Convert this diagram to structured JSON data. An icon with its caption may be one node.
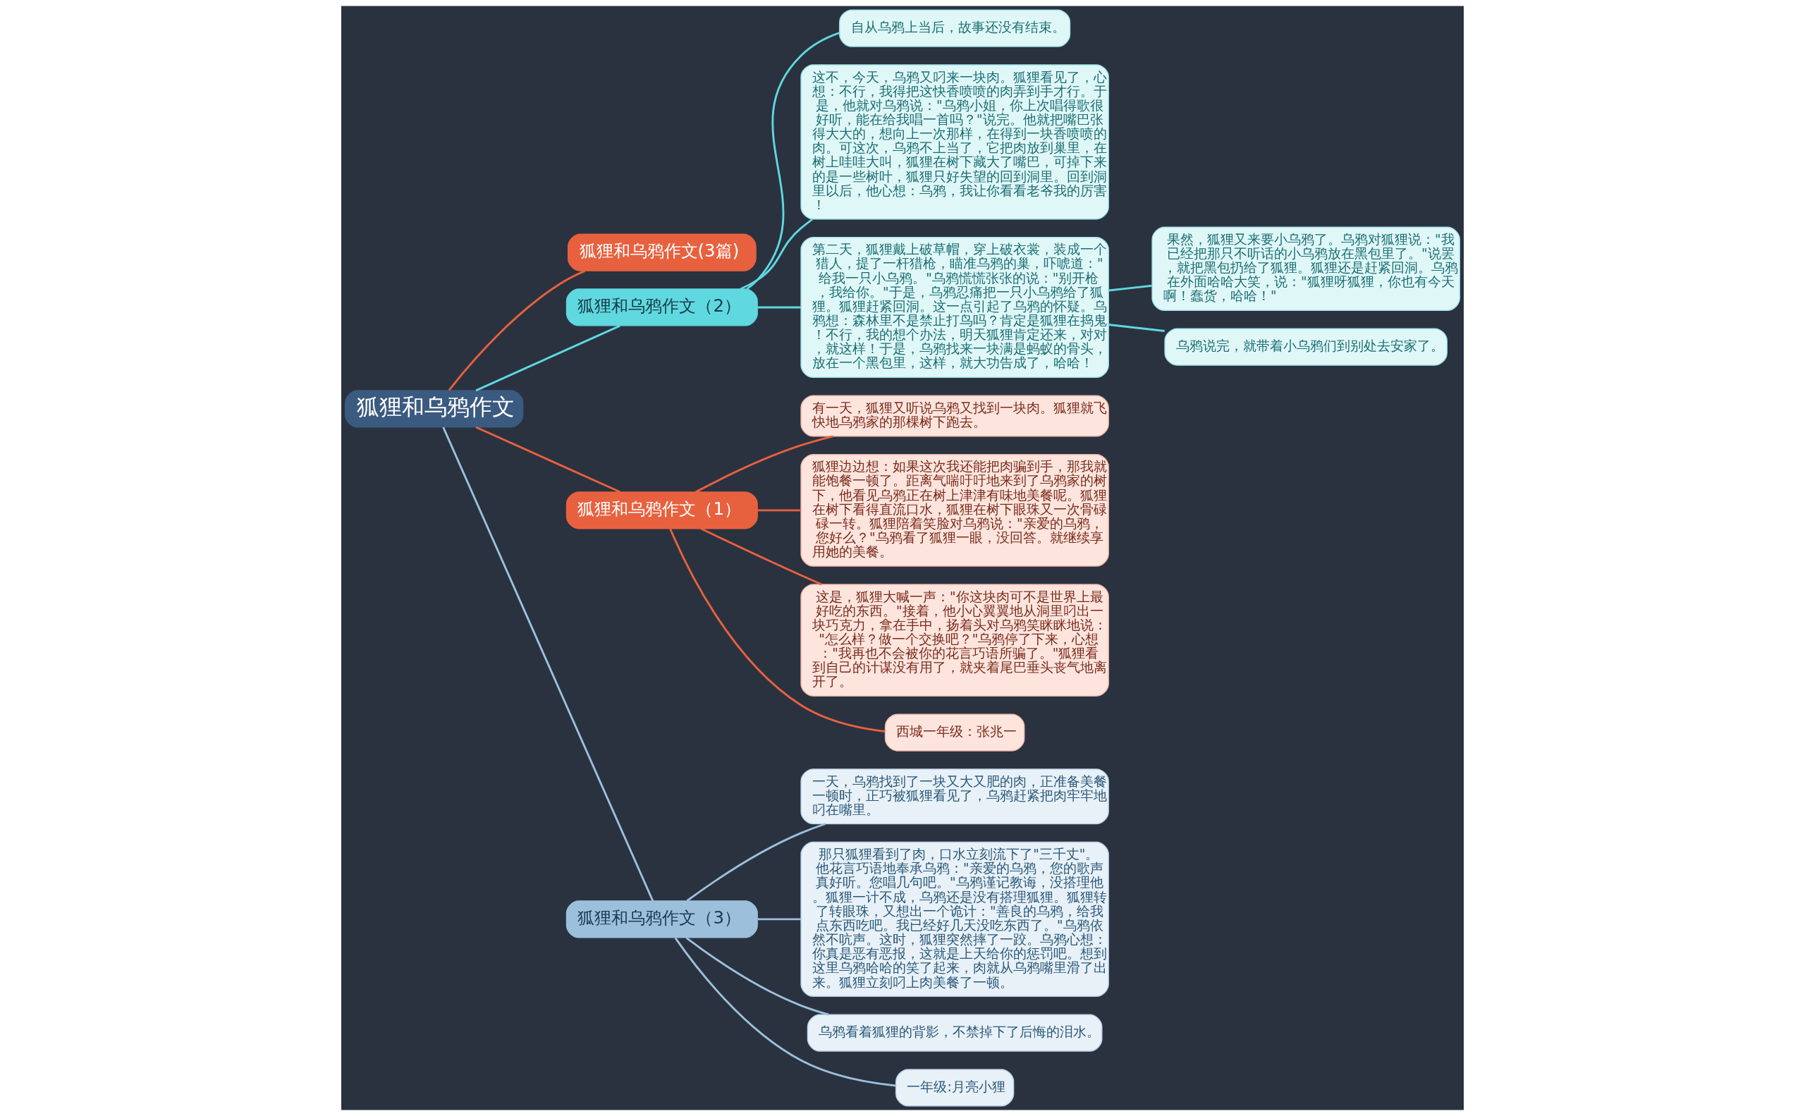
{
  "diagram": {
    "nodes": [
      {
        "text": [
          "狐狸和乌鸦作文"
        ]
      },
      {
        "text": [
          "狐狸和乌鸦作文(3篇)"
        ]
      },
      {
        "text": [
          "狐狸和乌鸦作文（2）"
        ]
      },
      {
        "text": [
          "自从乌鸦上当后，故事还没有结束。"
        ]
      },
      {
        "text": [
          "这不，今天，乌鸦又叼来一块肉。狐狸看见了，心想：不行，我得把这快香喷喷的肉弄到手才行。于是，他就对乌鸦说：\"乌鸦小姐，你上次唱得歌很好听，能在给我唱一首吗？\"说完。他就把嘴巴张得大大的，想向上一次那样，在得到一块香喷喷的肉。可这次，乌鸦不上当了，它把肉放到巢里，在树上哇哇大叫，狐狸在树下藏大了嘴巴，可掉下来的是一些树叶，狐狸只好失望的回到洞里。回到洞里以后，他心想：乌鸦，我让你看看老爷我的厉害！"
        ]
      },
      {
        "text": [
          "第二天，狐狸戴上破草帽，穿上破衣裳，装成一个猎人，提了一杆猎枪，瞄准乌鸦的巢，吓唬道：\"给我一只小乌鸦。\"乌鸦慌慌张张的说：\"别开枪，我给你。\"于是，乌鸦忍痛把一只小乌鸦给了狐狸。狐狸赶紧回洞。这一点引起了乌鸦的怀疑。乌鸦想：森林里不是禁止打鸟吗？肯定是狐狸在捣鬼！不行，我的想个办法，明天狐狸肯定还来，对对，就这样！于是，乌鸦找来一块满是蚂蚁的骨头，放在一个黑包里，这样，就大功告成了，哈哈！"
        ]
      },
      {
        "text": [
          "果然，狐狸又来要小乌鸦了。乌鸦对狐狸说：\"我已经把那只不听话的小乌鸦放在黑包里了。\"说罢，就把黑包扔给了狐狸。狐狸还是赶紧回洞。乌鸦在外面哈哈大笑，说：\"狐狸呀狐狸，你也有今天啊！蠢货，哈哈！\""
        ]
      },
      {
        "text": [
          "乌鸦说完，就带着小乌鸦们到别处去安家了。"
        ]
      },
      {
        "text": [
          "狐狸和乌鸦作文（1）"
        ]
      },
      {
        "text": [
          "有一天，狐狸又听说乌鸦又找到一块肉。狐狸就飞快地乌鸦家的那棵树下跑去。"
        ]
      },
      {
        "text": [
          "狐狸边边想：如果这次我还能把肉骗到手，那我就能饱餐一顿了。距离气喘吁吁地来到了乌鸦家的树下，他看见乌鸦正在树上津津有味地美餐呢。狐狸在树下看得直流口水，狐狸在树下眼珠又一次骨碌碌一转。狐狸陪着笑脸对乌鸦说：\"亲爱的乌鸦，您好么？\"乌鸦看了狐狸一眼，没回答。就继续享用她的美餐。"
        ]
      },
      {
        "text": [
          "这是，狐狸大喊一声：\"你这块肉可不是世界上最好吃的东西。\"接着，他小心翼翼地从洞里叼出一块巧克力，拿在手中，扬着头对乌鸦笑眯眯地说：\"怎么样？做一个交换吧？\"乌鸦停了下来，心想：\"我再也不会被你的花言巧语所骗了。\"狐狸看到自己的计谋没有用了，就夹着尾巴垂头丧气地离开了。"
        ]
      },
      {
        "text": [
          "西城一年级：张兆一"
        ]
      },
      {
        "text": [
          "狐狸和乌鸦作文（3）"
        ]
      },
      {
        "text": [
          "一天，乌鸦找到了一块又大又肥的肉，正准备美餐一顿时，正巧被狐狸看见了，乌鸦赶紧把肉牢牢地叼在嘴里。"
        ]
      },
      {
        "text": [
          "那只狐狸看到了肉，口水立刻流下了\"三千丈\"。他花言巧语地奉承乌鸦：\"亲爱的乌鸦，您的歌声真好听。您唱几句吧。\"乌鸦谨记教诲，没搭理他。狐狸一计不成，乌鸦还是没有搭理狐狸。狐狸转了转眼珠，又想出一个诡计：\"善良的乌鸦，给我点东西吃吧。我已经好几天没吃东西了。\"乌鸦依然不吭声。这时，狐狸突然摔了一跤。乌鸦心想：你真是恶有恶报，这就是上天给你的惩罚吧。想到这里乌鸦哈哈的笑了起来，肉就从乌鸦嘴里滑了出来。狐狸立刻叼上肉美餐了一顿。"
        ]
      },
      {
        "text": [
          "乌鸦看着狐狸的背影，不禁掉下了后悔的泪水。"
        ]
      },
      {
        "text": [
          "一年级:月亮小狸"
        ]
      }
    ],
    "edges": [
      {
        "from": 0,
        "to": 1,
        "arrow": "none",
        "color": "#e8613f"
      },
      {
        "from": 0,
        "to": 2,
        "arrow": "none",
        "color": "#5fd8e0"
      },
      {
        "from": 2,
        "to": 3,
        "arrow": "none",
        "color": "#5fd8e0"
      },
      {
        "from": 2,
        "to": 4,
        "arrow": "none",
        "color": "#5fd8e0"
      },
      {
        "from": 2,
        "to": 5,
        "arrow": "none",
        "color": "#5fd8e0"
      },
      {
        "from": 5,
        "to": 6,
        "arrow": "none",
        "color": "#5fd8e0"
      },
      {
        "from": 5,
        "to": 7,
        "arrow": "none",
        "color": "#5fd8e0"
      },
      {
        "from": 0,
        "to": 8,
        "arrow": "none",
        "color": "#e8613f"
      },
      {
        "from": 8,
        "to": 9,
        "arrow": "none",
        "color": "#e8613f"
      },
      {
        "from": 8,
        "to": 10,
        "arrow": "none",
        "color": "#e8613f"
      },
      {
        "from": 8,
        "to": 11,
        "arrow": "none",
        "color": "#e8613f"
      },
      {
        "from": 8,
        "to": 12,
        "arrow": "none",
        "color": "#e8613f"
      },
      {
        "from": 0,
        "to": 13,
        "arrow": "none",
        "color": "#9cc0dc"
      },
      {
        "from": 13,
        "to": 14,
        "arrow": "none",
        "color": "#9cc0dc"
      },
      {
        "from": 13,
        "to": 15,
        "arrow": "none",
        "color": "#9cc0dc"
      },
      {
        "from": 13,
        "to": 16,
        "arrow": "none",
        "color": "#9cc0dc"
      },
      {
        "from": 13,
        "to": 17,
        "arrow": "none",
        "color": "#9cc0dc"
      }
    ]
  }
}
